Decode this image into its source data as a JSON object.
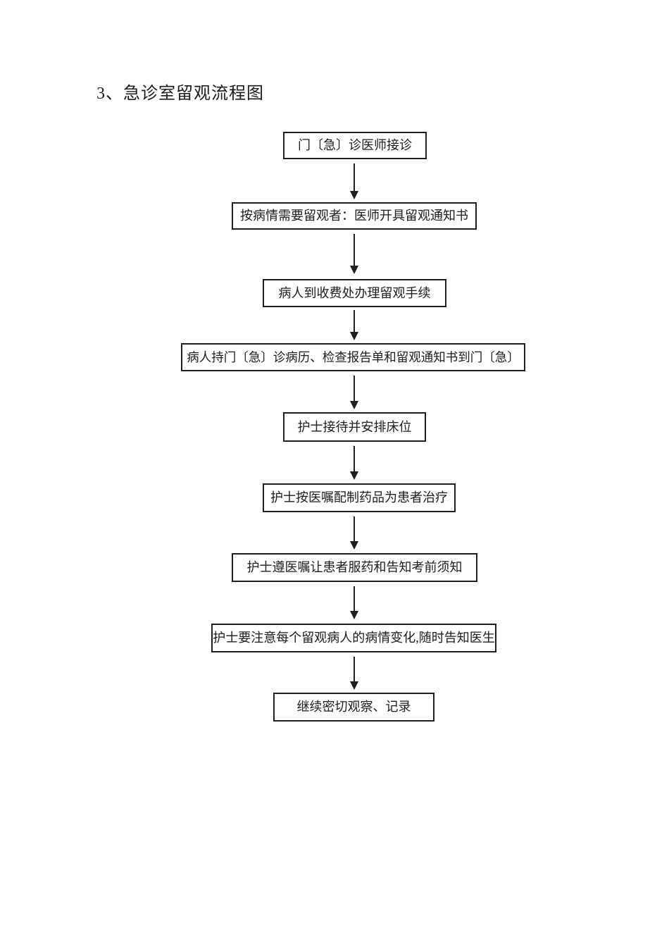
{
  "title": "3、急诊室留观流程图",
  "flowchart": {
    "type": "vertical-flow",
    "connector": "arrow-down",
    "colors": {
      "border": "#1f1f1f",
      "text": "#1d1d1d",
      "background": "#ffffff"
    },
    "steps": [
      "门〔急〕诊医师接诊",
      "按病情需要留观者：医师开具留观通知书",
      "病人到收费处办理留观手续",
      "病人持门〔急〕诊病历、检查报告单和留观通知书到门〔急〕",
      "护士接待并安排床位",
      "护士按医嘱配制药品为患者治疗",
      "护士遵医嘱让患者服药和告知考前须知",
      "护士要注意每个留观病人的病情变化,随时告知医生",
      "继续密切观察、记录"
    ]
  }
}
